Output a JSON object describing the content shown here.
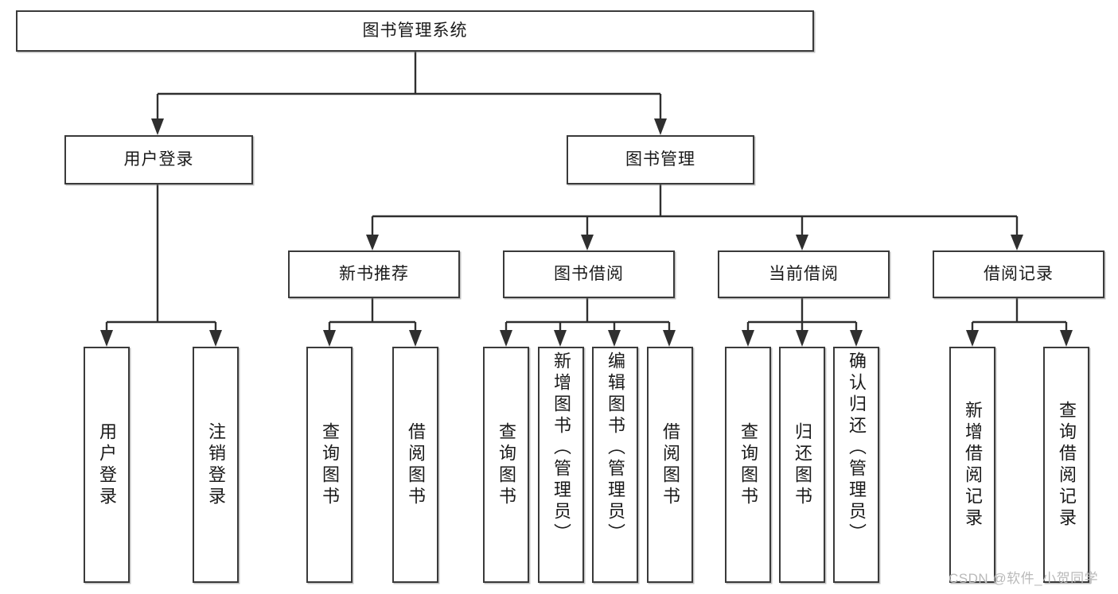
{
  "diagram": {
    "type": "tree-org-chart",
    "title": "图书管理系统",
    "root": {
      "label": "图书管理系统"
    },
    "level1": [
      {
        "label": "用户登录"
      },
      {
        "label": "图书管理"
      }
    ],
    "level2": [
      {
        "label": "新书推荐"
      },
      {
        "label": "图书借阅"
      },
      {
        "label": "当前借阅"
      },
      {
        "label": "借阅记录"
      }
    ],
    "leaves": {
      "user_login": [
        {
          "label": "用户登录"
        },
        {
          "label": "注销登录"
        }
      ],
      "new_book_recommend": [
        {
          "label": "查询图书"
        },
        {
          "label": "借阅图书"
        }
      ],
      "book_borrow": [
        {
          "label": "查询图书"
        },
        {
          "label": "新增图书（管理员）"
        },
        {
          "label": "编辑图书（管理员）"
        },
        {
          "label": "借阅图书"
        }
      ],
      "current_borrow": [
        {
          "label": "查询图书"
        },
        {
          "label": "归还图书"
        },
        {
          "label": "确认归还（管理员）"
        }
      ],
      "borrow_record": [
        {
          "label": "新增借阅记录"
        },
        {
          "label": "查询借阅记录"
        }
      ]
    }
  },
  "watermark": {
    "text": "CSDN @软件_小贺同学"
  },
  "colors": {
    "border": "#3a3a3a",
    "line": "#2f2f2f",
    "background": "#ffffff",
    "text": "#1a1a1a",
    "watermark": "#b9b9b9"
  }
}
